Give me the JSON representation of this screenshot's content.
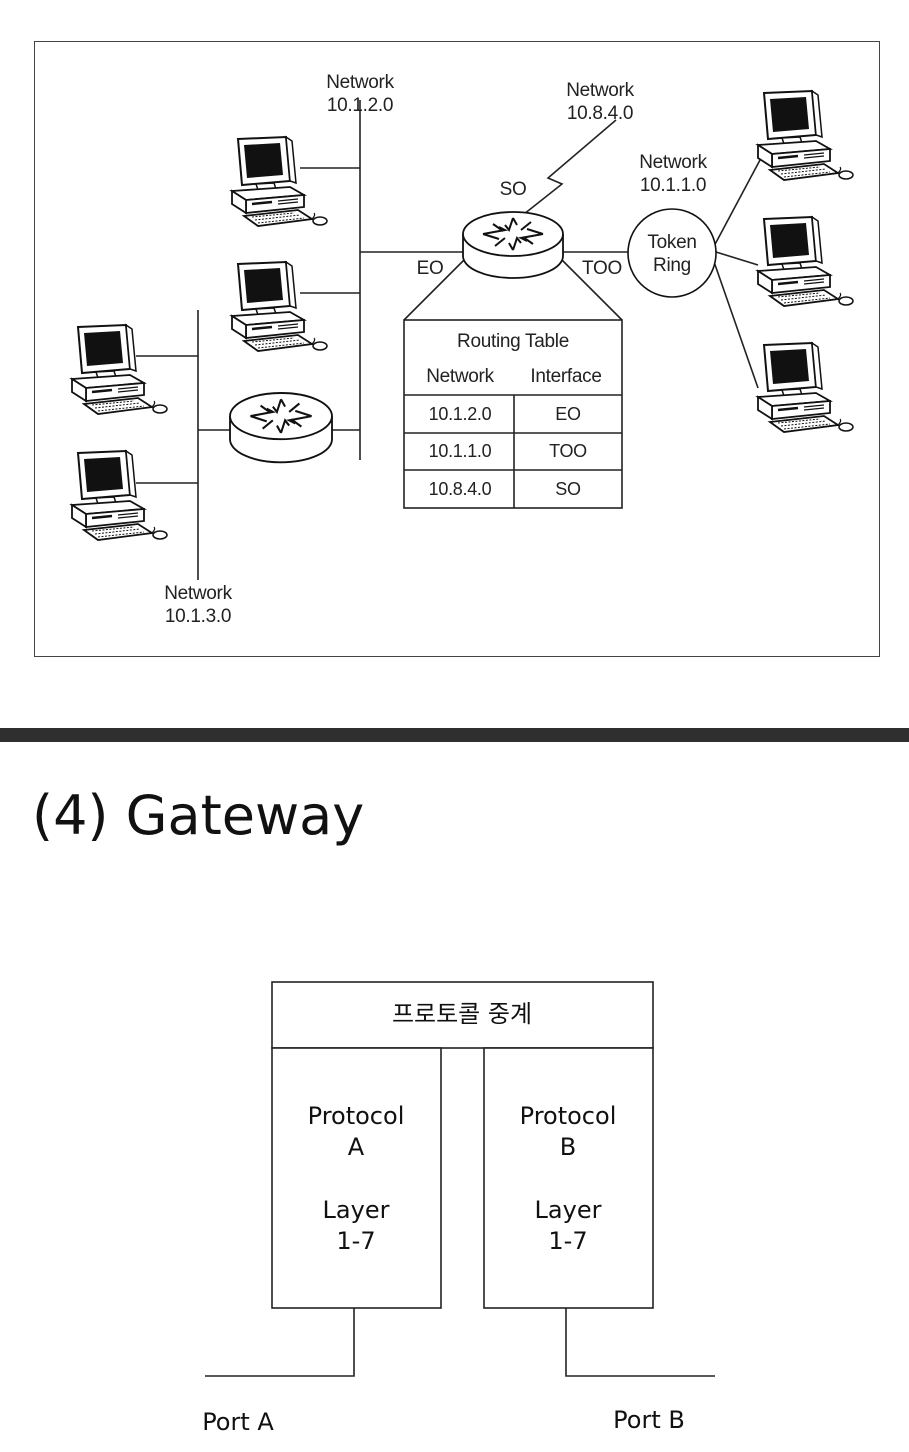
{
  "network_diagram": {
    "labels": {
      "network_top": [
        "Network",
        "10.1.2.0"
      ],
      "network_wan": [
        "Network",
        "10.8.4.0"
      ],
      "network_ring": [
        "Network",
        "10.1.1.0"
      ],
      "network_bottom": [
        "Network",
        "10.1.3.0"
      ],
      "serial_port": "SO",
      "ethernet_port": "EO",
      "token_ring_port": "TOO",
      "token_ring": [
        "Token",
        "Ring"
      ]
    },
    "routing_table": {
      "title": "Routing Table",
      "headers": [
        "Network",
        "Interface"
      ],
      "rows": [
        [
          "10.1.2.0",
          "EO"
        ],
        [
          "10.1.1.0",
          "TOO"
        ],
        [
          "10.8.4.0",
          "SO"
        ]
      ]
    }
  },
  "section": {
    "heading": "(4) Gateway"
  },
  "gateway_diagram": {
    "relay_label": "프로토콜 중계",
    "left_block": {
      "protocol": [
        "Protocol",
        "A"
      ],
      "layer": [
        "Layer",
        "1-7"
      ]
    },
    "right_block": {
      "protocol": [
        "Protocol",
        "B"
      ],
      "layer": [
        "Layer",
        "1-7"
      ]
    },
    "port_a": "Port A",
    "port_b": "Port B"
  }
}
